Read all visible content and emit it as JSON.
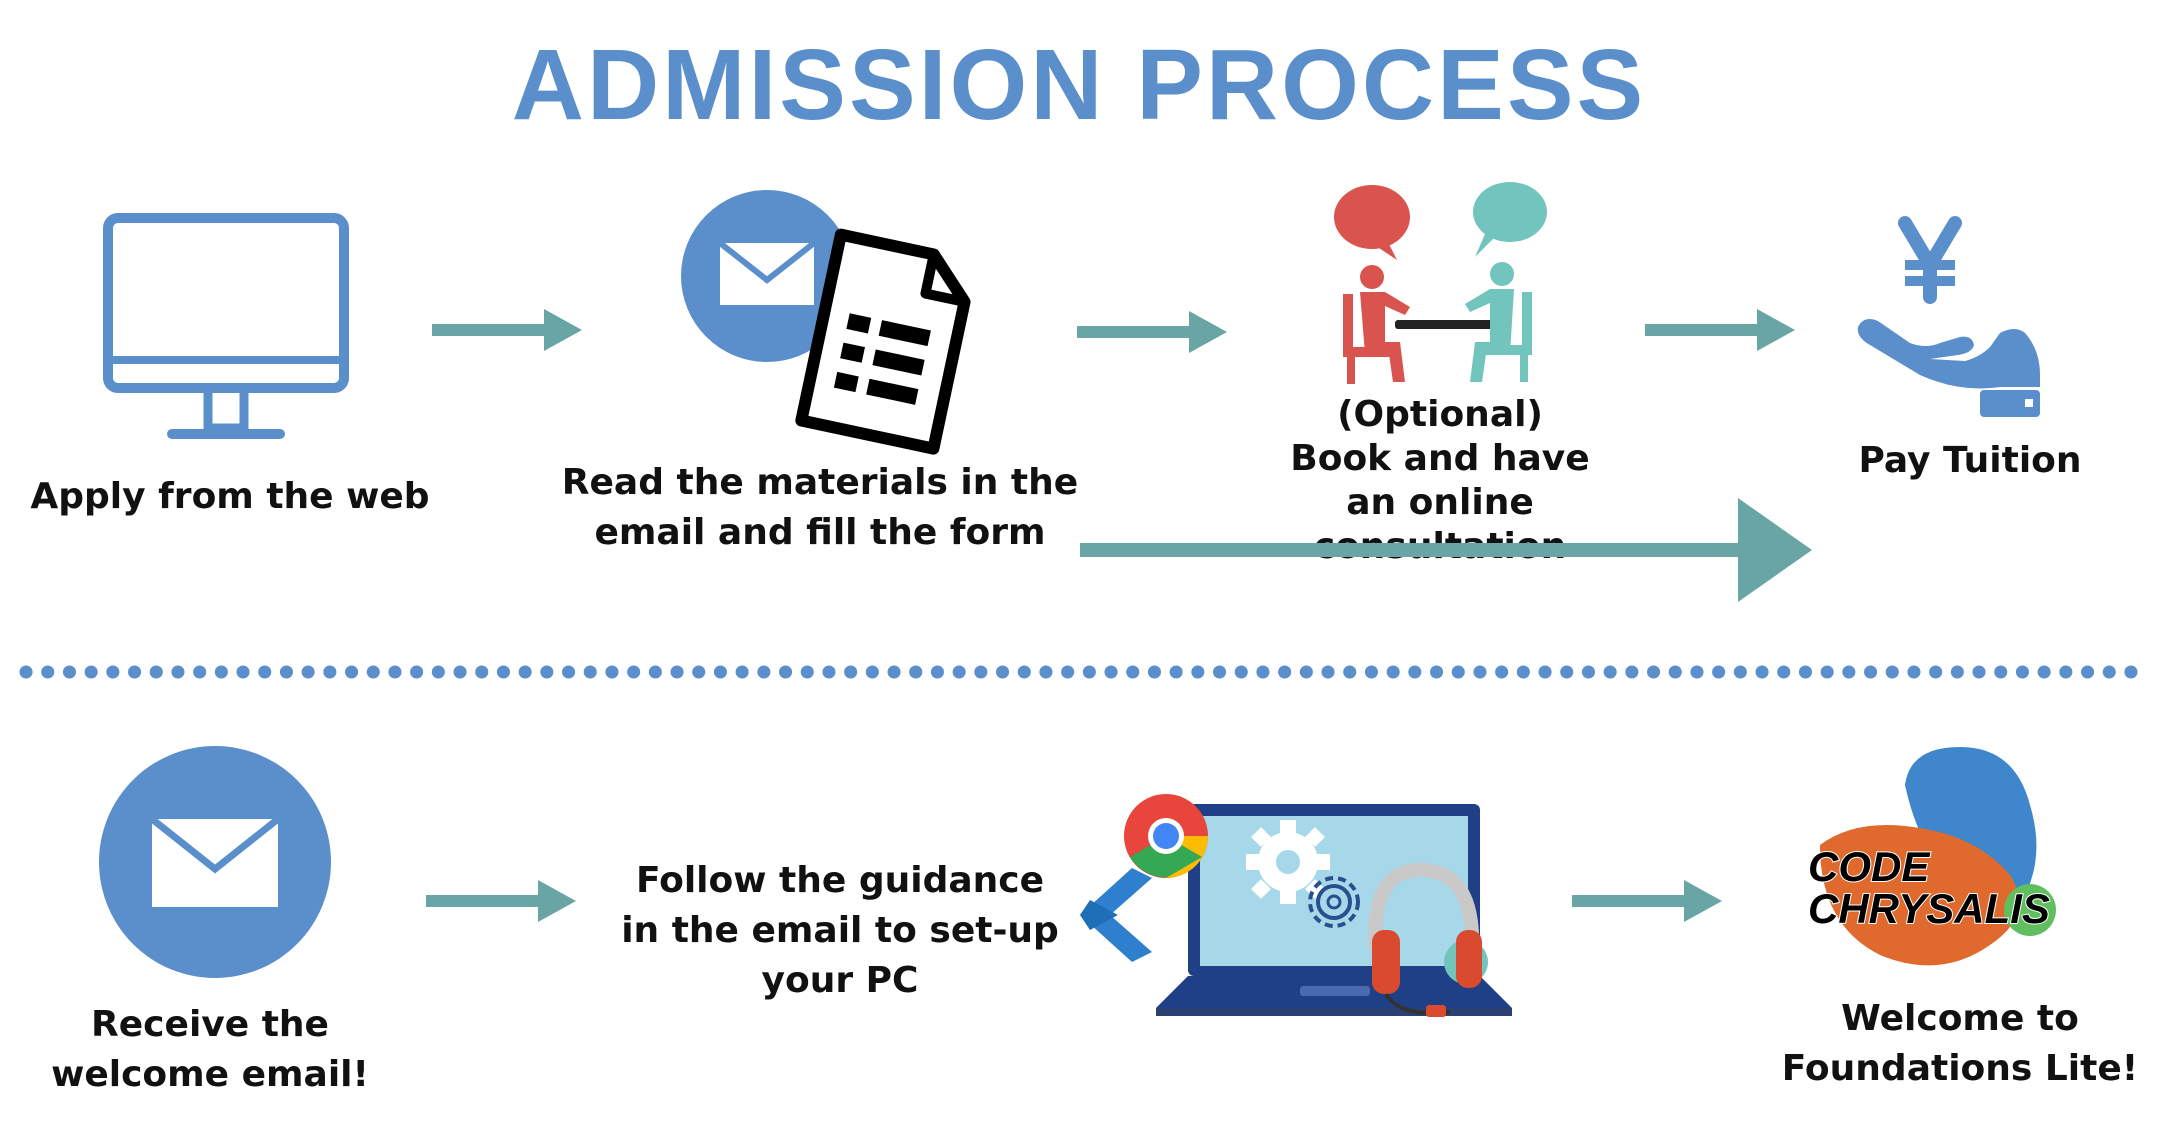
{
  "title": "ADMISSION PROCESS",
  "top_row": [
    {
      "id": "apply",
      "icon": "monitor-icon",
      "lines": [
        "Apply from the web"
      ]
    },
    {
      "id": "read",
      "icon": "email-document-icon",
      "lines": [
        "Read the materials in the",
        "email and fill the form"
      ]
    },
    {
      "id": "consult",
      "icon": "consultation-icon",
      "lines": [
        "(Optional)",
        "Book and have",
        "an online consultation"
      ]
    },
    {
      "id": "pay",
      "icon": "yen-hand-icon",
      "lines": [
        "Pay Tuition"
      ]
    }
  ],
  "bottom_row": [
    {
      "id": "receive",
      "icon": "envelope-circle-icon",
      "lines": [
        "Receive the",
        "welcome email!"
      ]
    },
    {
      "id": "setup",
      "icon": "laptop-setup-icon",
      "lines": [
        "Follow the guidance",
        "in the email to set-up",
        "your PC"
      ]
    },
    {
      "id": "welcome",
      "icon": "code-chrysalis-logo",
      "lines": [
        "Welcome to",
        "Foundations Lite!"
      ]
    }
  ],
  "logo_text": [
    "CODE",
    "CHRYSALIS"
  ],
  "colors": {
    "title": "#5b8fcb",
    "icon_blue": "#5b8fcb",
    "arrow": "#6aa5a5",
    "red": "#d9534f",
    "teal": "#72c5bd",
    "dots": "#5b8fcb"
  }
}
